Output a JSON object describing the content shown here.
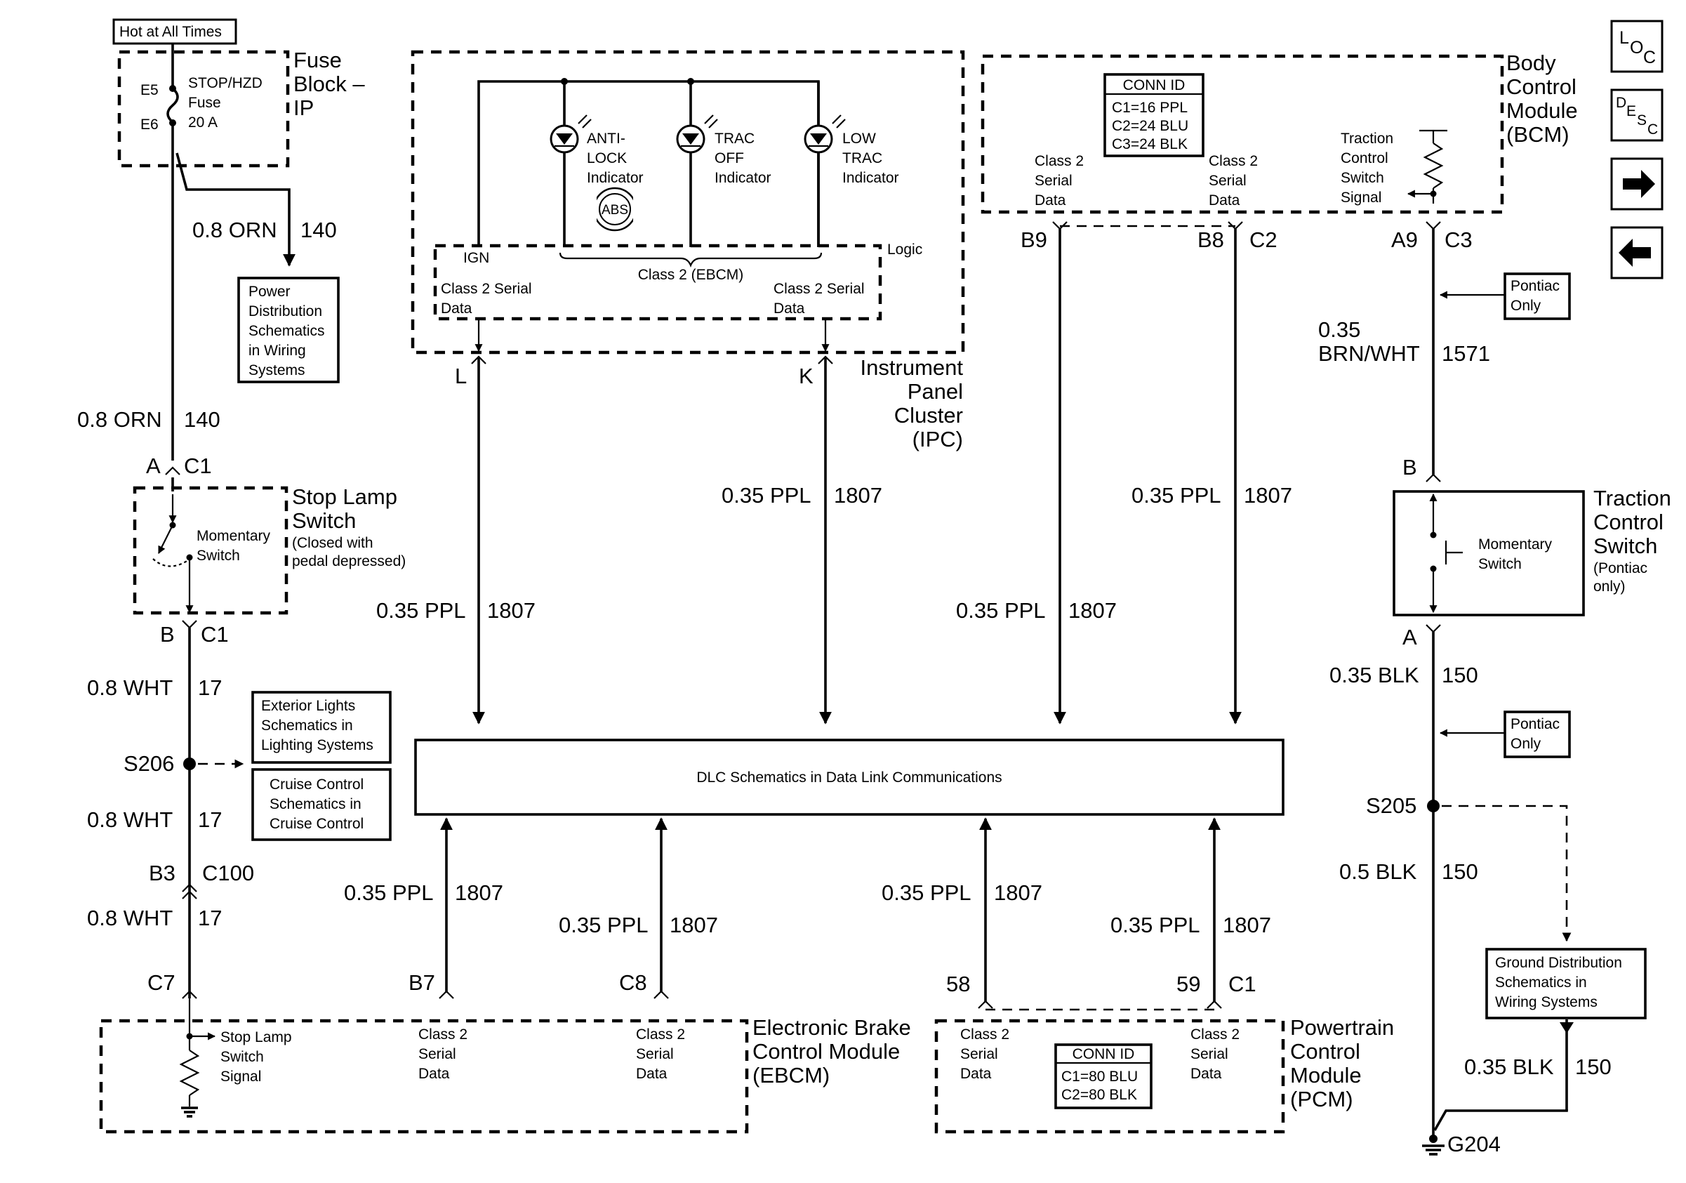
{
  "nav": {
    "loc_label": "LOC",
    "desc_label": "DESC",
    "next_arrow": "arrow-right-icon",
    "prev_arrow": "arrow-left-icon"
  },
  "fuse_block": {
    "hot_label": "Hot at All Times",
    "title": [
      "Fuse",
      "Block –",
      "IP"
    ],
    "terminal_top": "E5",
    "terminal_bottom": "E6",
    "fuse_name": "STOP/HZD",
    "fuse_word": "Fuse",
    "fuse_rating": "20 A"
  },
  "wires": {
    "fuse_to_pdist": [
      "0.8 ORN",
      "140"
    ],
    "fuse_to_stop": [
      "0.8 ORN",
      "140"
    ],
    "stop_to_s206": [
      "0.8 WHT",
      "17"
    ],
    "s206_to_c100": [
      "0.8 WHT",
      "17"
    ],
    "c100_to_ebcm": [
      "0.8 WHT",
      "17"
    ],
    "ipc_l": [
      "0.35 PPL",
      "1807"
    ],
    "ipc_k": [
      "0.35 PPL",
      "1807"
    ],
    "bcm_b9": [
      "0.35 PPL",
      "1807"
    ],
    "bcm_b8": [
      "0.35 PPL",
      "1807"
    ],
    "ebcm_b7": [
      "0.35 PPL",
      "1807"
    ],
    "ebcm_c8": [
      "0.35 PPL",
      "1807"
    ],
    "pcm_58": [
      "0.35 PPL",
      "1807"
    ],
    "pcm_59": [
      "0.35 PPL",
      "1807"
    ],
    "bcm_to_tcs": [
      "0.35",
      "BRN/WHT",
      "1571"
    ],
    "tcs_to_s205": [
      "0.35 BLK",
      "150"
    ],
    "s205_to_g204": [
      "0.5 BLK",
      "150"
    ],
    "gdist_to_g204": [
      "0.35 BLK",
      "150"
    ]
  },
  "connectors": {
    "stop_a": "A",
    "stop_a_c": "C1",
    "stop_b": "B",
    "stop_b_c": "C1",
    "b3": "B3",
    "c100": "C100",
    "c7": "C7",
    "b7": "B7",
    "c8": "C8",
    "pin58": "58",
    "pin59": "59",
    "pcm_c1": "C1",
    "ipc_l": "L",
    "ipc_k": "K",
    "b9": "B9",
    "b8": "B8",
    "bcm_c2": "C2",
    "a9": "A9",
    "bcm_c3": "C3",
    "tcs_b": "B",
    "tcs_a": "A"
  },
  "splices": {
    "s206": "S206",
    "s205": "S205",
    "g204": "G204"
  },
  "refs": {
    "power_dist": [
      "Power",
      "Distribution",
      "Schematics",
      "in Wiring",
      "Systems"
    ],
    "ext_lights": [
      "Exterior Lights",
      "Schematics in",
      "Lighting Systems"
    ],
    "cruise": [
      "Cruise Control",
      "Schematics in",
      "Cruise Control"
    ],
    "dlc": "DLC Schematics in Data Link Communications",
    "ground_dist": [
      "Ground Distribution",
      "Schematics in",
      "Wiring Systems"
    ],
    "pontiac_top": [
      "Pontiac",
      "Only"
    ],
    "pontiac_bottom": [
      "Pontiac",
      "Only"
    ]
  },
  "stop_lamp_switch": {
    "title": [
      "Stop Lamp",
      "Switch"
    ],
    "note": [
      "(Closed with",
      "pedal depressed)"
    ],
    "inner": [
      "Momentary",
      "Switch"
    ]
  },
  "ipc": {
    "title": [
      "Instrument",
      "Panel",
      "Cluster",
      "(IPC)"
    ],
    "anti_lock": [
      "ANTI-",
      "LOCK",
      "Indicator"
    ],
    "abs_badge": "ABS",
    "trac_off": [
      "TRAC",
      "OFF",
      "Indicator"
    ],
    "low_trac": [
      "LOW",
      "TRAC",
      "Indicator"
    ],
    "ign": "IGN",
    "logic": "Logic",
    "class2_ebcm": "Class 2 (EBCM)",
    "serial_left": [
      "Class 2 Serial",
      "Data"
    ],
    "serial_right": [
      "Class 2 Serial",
      "Data"
    ]
  },
  "bcm": {
    "title": [
      "Body",
      "Control",
      "Module",
      "(BCM)"
    ],
    "conn_id_title": "CONN ID",
    "conn_id": [
      "C1=16 PPL",
      "C2=24 BLU",
      "C3=24 BLK"
    ],
    "serial_left": [
      "Class 2",
      "Serial",
      "Data"
    ],
    "serial_right": [
      "Class 2",
      "Serial",
      "Data"
    ],
    "tcs_signal": [
      "Traction",
      "Control",
      "Switch",
      "Signal"
    ]
  },
  "tcs_switch": {
    "title": [
      "Traction",
      "Control",
      "Switch"
    ],
    "note": [
      "(Pontiac",
      "only)"
    ],
    "inner": [
      "Momentary",
      "Switch"
    ]
  },
  "ebcm": {
    "title": [
      "Electronic Brake",
      "Control Module",
      "(EBCM)"
    ],
    "stop_signal": [
      "Stop Lamp",
      "Switch",
      "Signal"
    ],
    "serial_left": [
      "Class 2",
      "Serial",
      "Data"
    ],
    "serial_right": [
      "Class 2",
      "Serial",
      "Data"
    ]
  },
  "pcm": {
    "title": [
      "Powertrain",
      "Control",
      "Module",
      "(PCM)"
    ],
    "conn_id_title": "CONN ID",
    "conn_id": [
      "C1=80 BLU",
      "C2=80 BLK"
    ],
    "serial_left": [
      "Class 2",
      "Serial",
      "Data"
    ],
    "serial_right": [
      "Class 2",
      "Serial",
      "Data"
    ]
  }
}
